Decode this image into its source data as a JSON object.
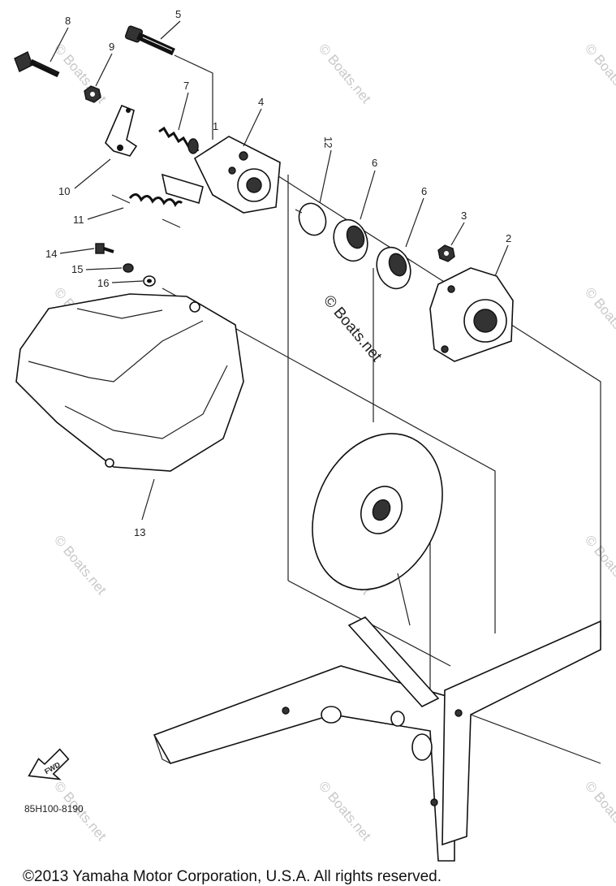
{
  "diagram": {
    "callouts": [
      "1",
      "2",
      "3",
      "4",
      "5",
      "6",
      "6",
      "7",
      "8",
      "9",
      "10",
      "11",
      "12",
      "13",
      "14",
      "15",
      "16"
    ],
    "part_code": "85H100-8190",
    "fwd_label": "FWD",
    "watermark": "© Boats.net",
    "copyright": "©2013 Yamaha Motor Corporation, U.S.A. All rights reserved."
  }
}
